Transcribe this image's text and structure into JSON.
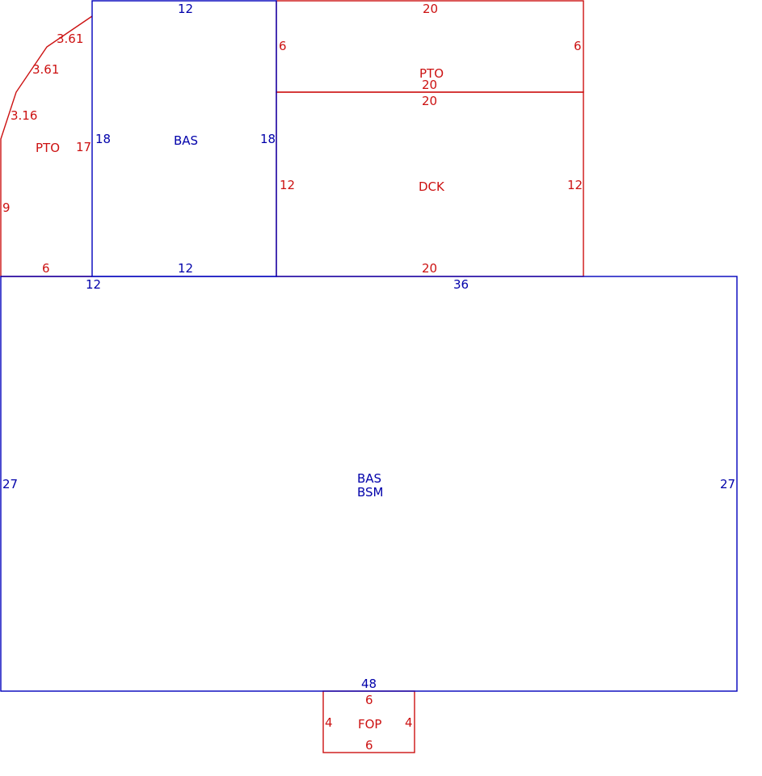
{
  "colors": {
    "red": "#cc1111",
    "blue": "#0000aa"
  },
  "areas": {
    "pto_left": {
      "name": "PTO",
      "sides": {
        "top1": "3.61",
        "top2": "3.61",
        "top3": "3.16",
        "right": "17",
        "left": "9",
        "bottom": "6"
      }
    },
    "bas_upper": {
      "name": "BAS",
      "sides": {
        "top": "12",
        "left": "18",
        "right": "18",
        "bottom": "12"
      }
    },
    "pto_top": {
      "name": "PTO",
      "sides": {
        "top": "20",
        "left": "6",
        "right": "6",
        "bottom": "20"
      }
    },
    "dck": {
      "name": "DCK",
      "sides": {
        "top": "20",
        "left": "12",
        "right": "12",
        "bottom": "20"
      }
    },
    "bas_main": {
      "name": "BAS",
      "name2": "BSM",
      "sides": {
        "top_left": "12",
        "top_right": "36",
        "left": "27",
        "right": "27",
        "bottom": "48"
      }
    },
    "fop": {
      "name": "FOP",
      "sides": {
        "top": "6",
        "left": "4",
        "right": "4",
        "bottom": "6"
      }
    }
  }
}
